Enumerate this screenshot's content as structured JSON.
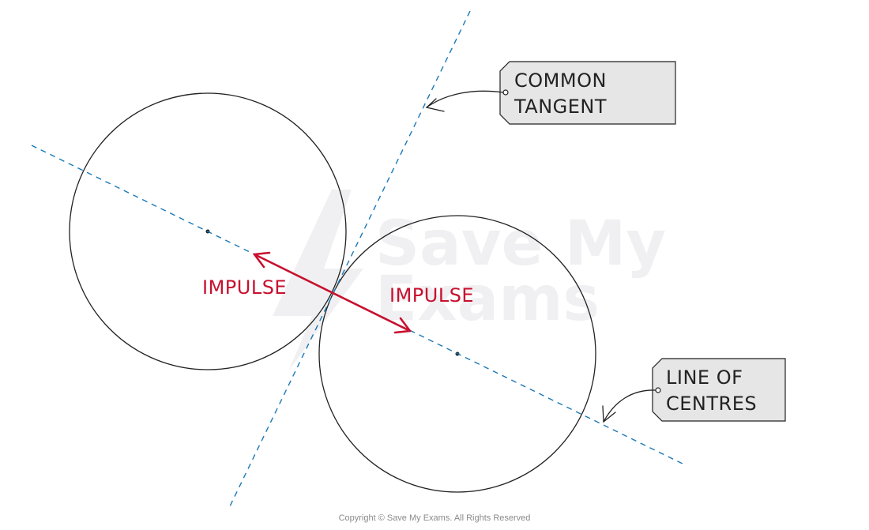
{
  "colors": {
    "tangent_line": "#1a78b8",
    "impulse": "#c8102e",
    "circle": "#222222",
    "tag_fill": "#e6e6e6",
    "tag_stroke": "#222222",
    "watermark": "#f0f0f2"
  },
  "labels": {
    "common_tangent_line1": "COMMON",
    "common_tangent_line2": "TANGENT",
    "line_of_centres_line1": "LINE OF",
    "line_of_centres_line2": "CENTRES",
    "impulse_left": "IMPULSE",
    "impulse_right": "IMPULSE"
  },
  "watermark": {
    "line1": "Save My",
    "line2": "Exams"
  },
  "copyright": "Copyright © Save My Exams. All Rights Reserved"
}
